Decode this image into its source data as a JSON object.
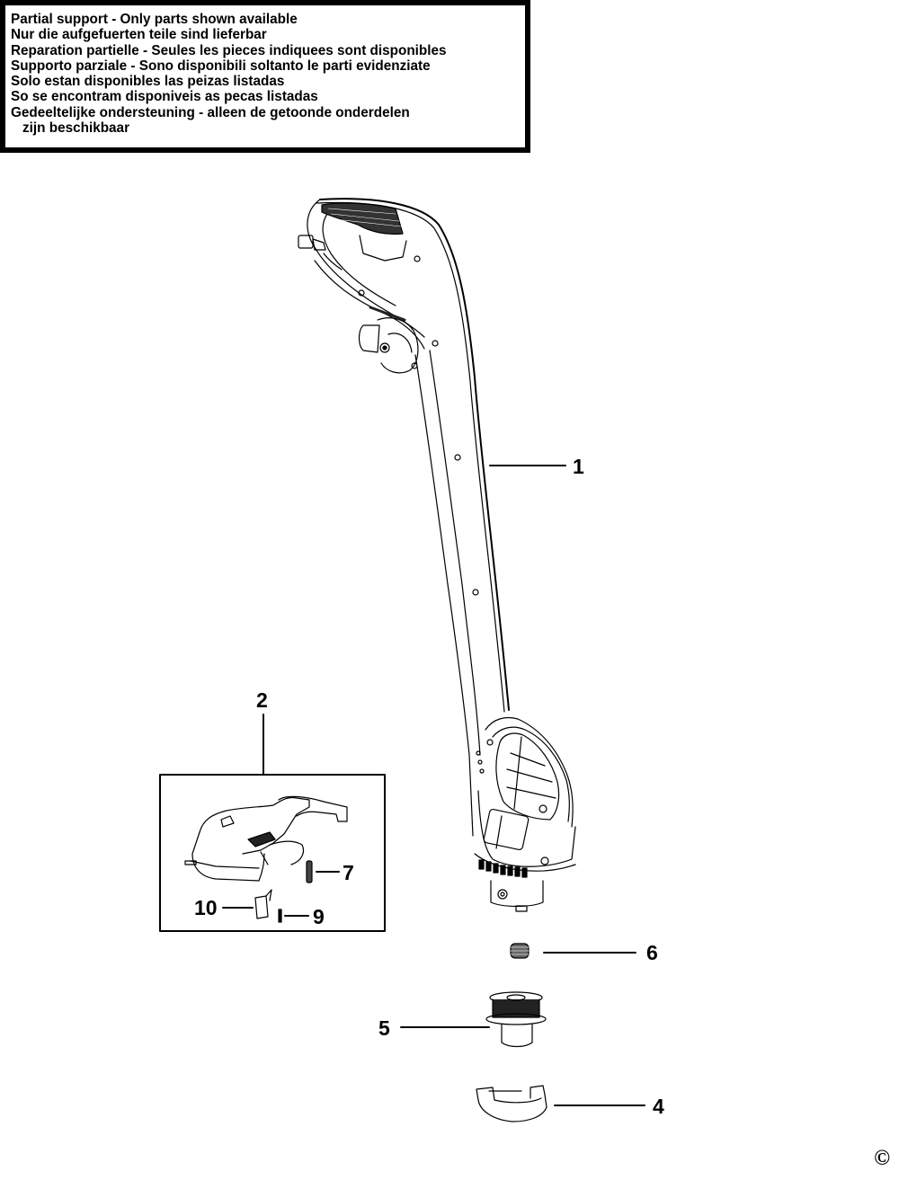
{
  "notice": {
    "lines": [
      "Partial support - Only parts shown available",
      "Nur die aufgefuerten teile sind lieferbar",
      "Reparation partielle - Seules les pieces indiquees sont disponibles",
      "Supporto parziale - Sono disponibili soltanto le parti evidenziate",
      "Solo estan disponibles las peizas listadas",
      "So se encontram disponiveis as pecas listadas",
      "Gedeeltelijke ondersteuning - alleen de getoonde onderdelen",
      "zijn beschikbaar"
    ]
  },
  "parts": {
    "p1": {
      "number": "1",
      "description": "main-housing-shaft-with-handle"
    },
    "p2": {
      "number": "2",
      "description": "guard-assembly"
    },
    "p4": {
      "number": "4",
      "description": "spool-cover"
    },
    "p5": {
      "number": "5",
      "description": "spool-and-line"
    },
    "p6": {
      "number": "6",
      "description": "spring"
    },
    "p7": {
      "number": "7",
      "description": "screw"
    },
    "p9": {
      "number": "9",
      "description": "small-screw"
    },
    "p10": {
      "number": "10",
      "description": "line-cutter-blade"
    }
  },
  "footer": {
    "copyright_symbol": "©"
  },
  "colors": {
    "ink": "#000000",
    "paper": "#ffffff"
  }
}
